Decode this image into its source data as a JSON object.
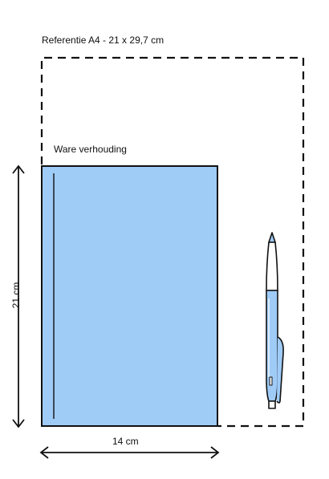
{
  "labels": {
    "reference": "Referentie A4 - 21 x 29,7 cm",
    "actual": "Ware verhouding",
    "width": "14 cm",
    "height": "21 cm"
  },
  "colors": {
    "notebook_fill": "#9fcbf7",
    "outline": "#111111",
    "pen_body": "#9fcbf7",
    "pen_cap": "#ffffff"
  },
  "icons": {
    "pen": "pen-icon",
    "notebook": "notebook-icon"
  }
}
